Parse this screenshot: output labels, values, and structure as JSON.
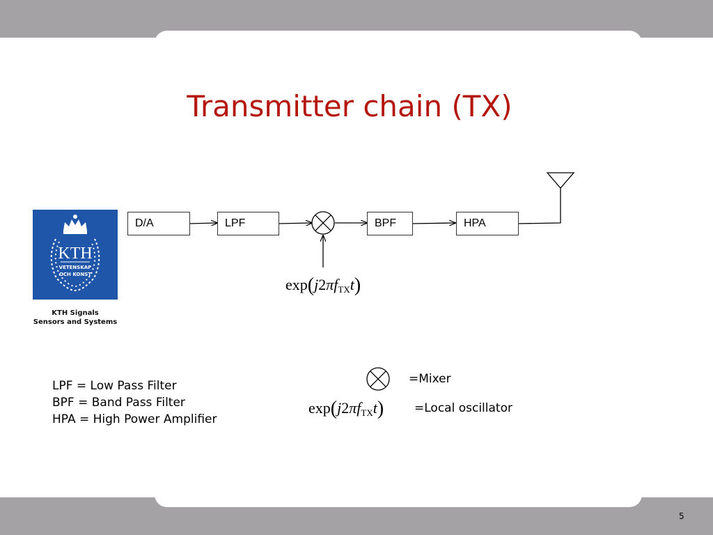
{
  "title": "Transmitter chain (TX)",
  "logo": {
    "wordmark": "KTH",
    "seal_text_1": "VETENSKAP",
    "seal_text_2": "OCH KONST",
    "caption_line1": "KTH Signals",
    "caption_line2": "Sensors and Systems",
    "brand_color": "#1f56a9"
  },
  "blocks": {
    "da": "D/A",
    "lpf": "LPF",
    "bpf": "BPF",
    "hpa": "HPA"
  },
  "oscillator_expr": {
    "func": "exp",
    "j": "j",
    "two": "2",
    "pi": "π",
    "f": "f",
    "sub": "TX",
    "t": "t"
  },
  "legend": {
    "abbrev": [
      "LPF = Low Pass Filter",
      "BPF = Band Pass Filter",
      "HPA = High Power Amplifier"
    ],
    "mixer_label": "=Mixer",
    "oscillator_label": "=Local oscillator"
  },
  "colors": {
    "title": "#b5170f",
    "frame": "#a5a2a5"
  },
  "page_number": "5"
}
